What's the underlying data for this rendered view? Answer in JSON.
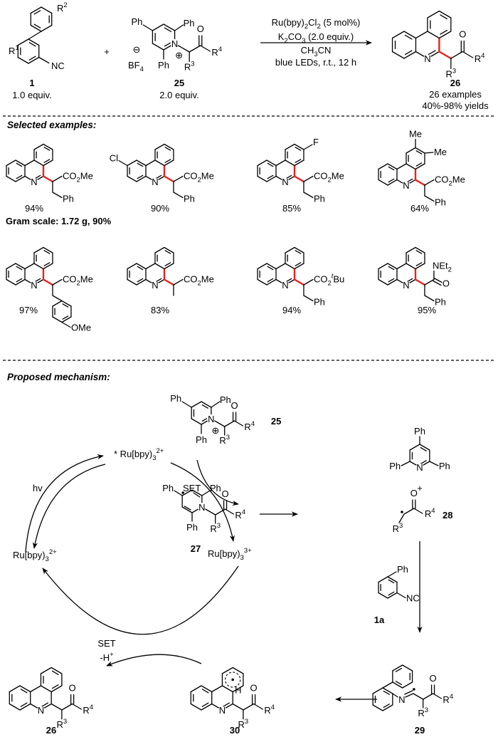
{
  "atoms": {
    "N": "N",
    "O": "O",
    "Ph": "Ph",
    "H": "H",
    "plus": "+"
  },
  "groups": {
    "R1": [
      [
        "R",
        ""
      ],
      [
        "1",
        "sup"
      ]
    ],
    "R2": [
      [
        "R",
        ""
      ],
      [
        "2",
        "sup"
      ]
    ],
    "R3": [
      [
        "R",
        ""
      ],
      [
        "3",
        "sup"
      ]
    ],
    "R4": [
      [
        "R",
        ""
      ],
      [
        "4",
        "sup"
      ]
    ],
    "NC": "NC",
    "BF4": [
      [
        "BF",
        ""
      ],
      [
        "4",
        "sub"
      ]
    ],
    "CO2Me": [
      [
        "CO",
        ""
      ],
      [
        "2",
        "sub"
      ],
      [
        "Me",
        ""
      ]
    ],
    "CO2tBu": [
      [
        "CO",
        ""
      ],
      [
        "2",
        "sub"
      ],
      [
        "t",
        "supi"
      ],
      [
        "Bu",
        ""
      ]
    ],
    "NEt2": [
      [
        "NEt",
        ""
      ],
      [
        "2",
        "sub"
      ]
    ],
    "OMe": "OMe",
    "Me": "Me",
    "Cl": "Cl",
    "F": "F",
    "cation": "⊕",
    "anion": "⊖",
    "radical": "•"
  },
  "header": {
    "reactant1": {
      "number": "1",
      "equiv": "1.0 equiv."
    },
    "reactant2": {
      "number": "25",
      "equiv": "2.0 equiv."
    },
    "conditions": [
      [
        [
          "Ru(bpy)",
          ""
        ],
        [
          "2",
          "sub"
        ],
        [
          "Cl",
          ""
        ],
        [
          "2",
          "sub"
        ],
        [
          " (5 mol%)",
          ""
        ]
      ],
      [
        [
          "K",
          ""
        ],
        [
          "2",
          "sub"
        ],
        [
          "CO",
          ""
        ],
        [
          "3",
          "sub"
        ],
        [
          " (2.0 equiv.)",
          ""
        ]
      ],
      [
        [
          "CH",
          ""
        ],
        [
          "3",
          "sub"
        ],
        [
          "CN",
          ""
        ]
      ],
      "blue LEDs, r.t., 12 h"
    ],
    "product": {
      "number": "26",
      "examples": "26 examples",
      "yields": "40%-98% yields"
    }
  },
  "selected_examples": {
    "title": "Selected examples:",
    "items": [
      {
        "yield": "94%"
      },
      {
        "yield": "90%"
      },
      {
        "yield": "85%"
      },
      {
        "yield": "64%"
      },
      {
        "yield": "97%"
      },
      {
        "yield": "83%"
      },
      {
        "yield": "94%"
      },
      {
        "yield": "95%"
      }
    ],
    "gram_scale": "Gram scale: 1.72 g, 90%"
  },
  "mechanism": {
    "title": "Proposed mechanism:",
    "ru_excited": [
      [
        "*",
        ""
      ],
      [
        " Ru[bpy)",
        ""
      ],
      [
        "3",
        "sub"
      ],
      [
        "2+",
        "sup"
      ]
    ],
    "ru_ground": [
      [
        "Ru[bpy)",
        ""
      ],
      [
        "3",
        "sub"
      ],
      [
        "2+",
        "sup"
      ]
    ],
    "ru_oxidized": [
      [
        "Ru[bpy)",
        ""
      ],
      [
        "3",
        "sub"
      ],
      [
        "3+",
        "sup"
      ]
    ],
    "hv": "hv",
    "set1": "SET",
    "set2": "SET",
    "deprotonation": [
      [
        "-H",
        ""
      ],
      [
        "+",
        "sup"
      ]
    ],
    "labels": {
      "c25": "25",
      "c27": "27",
      "c28": "28",
      "c1a": "1a",
      "c29": "29",
      "c30": "30",
      "c26": "26"
    }
  },
  "colors": {
    "new_bond": "#e8221b",
    "ink": "#000000"
  }
}
